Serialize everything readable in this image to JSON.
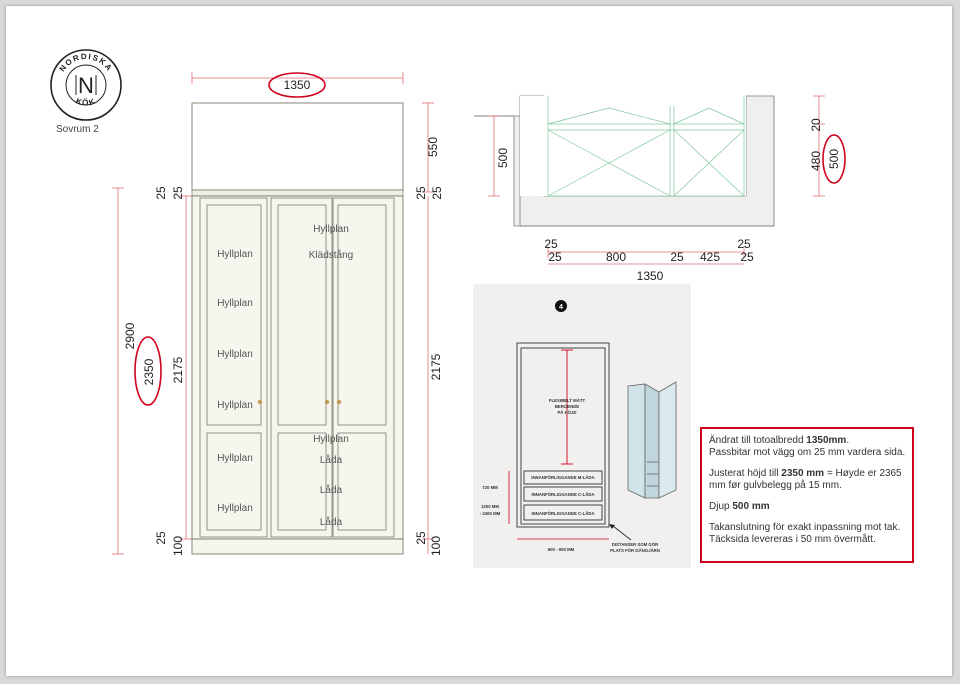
{
  "brand": {
    "top": "NORDISKA",
    "bottom": "KÖK",
    "monogram": "N"
  },
  "room_label": "Sovrum 2",
  "front": {
    "width": "1350",
    "left_height_total": "2900",
    "left_height_mid": "2350",
    "left_top_a": "25",
    "left_top_b": "25",
    "left_inner": "2175",
    "left_bottom_a": "25",
    "left_bottom_b": "100",
    "right_top": "550",
    "right_upper_a": "25",
    "right_upper_b": "25",
    "right_inner": "2175",
    "right_bottom_a": "25",
    "right_bottom_b": "100",
    "left_section_labels": [
      "Hyllplan",
      "Hyllplan",
      "Hyllplan",
      "Hyllplan",
      "Hyllplan",
      "Hyllplan"
    ],
    "right_section_labels": [
      "Hyllplan",
      "Klädstång",
      "Hyllplan",
      "Låda",
      "Låda",
      "Låda"
    ]
  },
  "plan": {
    "depth_left": "500",
    "top_a": "20",
    "top_b": "480",
    "top_c": "500",
    "row1_left": "25",
    "row1_right": "25",
    "row2": [
      "25",
      "800",
      "25",
      "425",
      "25"
    ],
    "total": "1350"
  },
  "inset": {
    "step": "4",
    "center_label": [
      "FLEXIBELT MÅTT",
      "BEROENDE",
      "PÅ HÖJD"
    ],
    "drawers": [
      "INNANFÖRLIGGANDE M-LÅDA",
      "INNANFÖRLIGGANDE C-LÅDA",
      "INNANFÖRLIGGANDE C-LÅDA"
    ],
    "dim_left_1": "720 MM",
    "dim_left_2": "1200 MM",
    "dim_left_3": "- 2400 MM",
    "dim_bottom": "600 - 900 MM",
    "callout": [
      "DISTANSER SOM GÖR",
      "PLATS FÖR GÅNGJÄRN"
    ]
  },
  "note": {
    "p1_pre": "Ändrat till totoalbredd ",
    "p1_bold": "1350mm",
    "p1_post": ".",
    "p1_line2": "Passbitar mot vägg om 25 mm vardera sida.",
    "p2_pre": "Justerat höjd till ",
    "p2_bold": "2350 mm",
    "p2_post": " = Høyde er 2365 mm før gulvbelegg på 15 mm.",
    "p3_pre": "Djup ",
    "p3_bold": "500 mm",
    "p4": "Takanslutning för exakt inpassning mot tak. Täcksida levereras i 50 mm övermått."
  },
  "colors": {
    "highlight": "#d0021b",
    "dim_line": "#e36b73",
    "cabinet_fill": "#f6f5ee",
    "cabinet_line": "#6b6b5a",
    "plan_green": "#7fc89a"
  }
}
